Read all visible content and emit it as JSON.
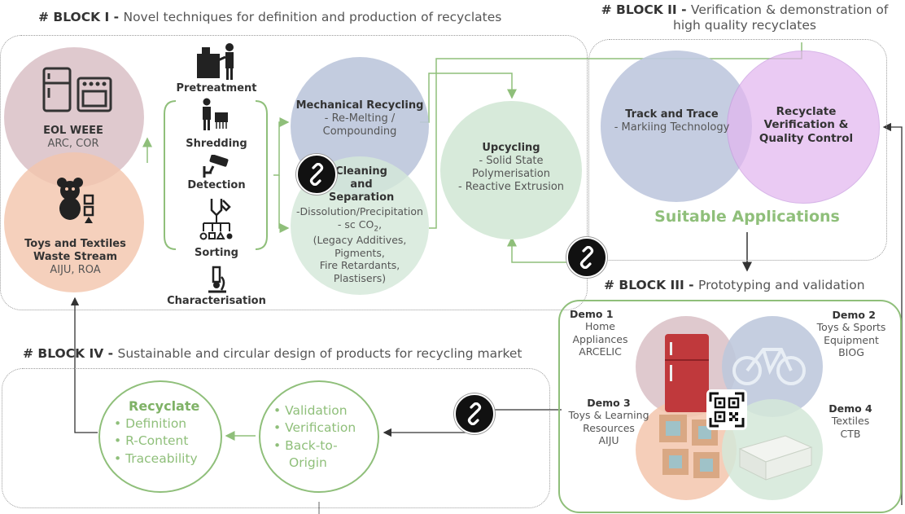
{
  "block1": {
    "prefix": "# BLOCK I - ",
    "title": "Novel techniques for definition and production of recyclates"
  },
  "block2": {
    "prefix": "# BLOCK II - ",
    "title_line1": "Verification & demonstration of",
    "title_line2": "high quality recyclates"
  },
  "block3": {
    "prefix": "# BLOCK III - ",
    "title": "Prototyping and validation"
  },
  "block4": {
    "prefix": "# BLOCK IV - ",
    "title": "Sustainable and circular design of products for recycling market"
  },
  "eol": {
    "title": "EOL WEEE",
    "sub": "ARC, COR"
  },
  "toys": {
    "title_line1": "Toys and Textiles",
    "title_line2": "Waste Stream",
    "sub": "AIJU, ROA"
  },
  "steps": [
    "Pretreatment",
    "Shredding",
    "Detection",
    "Sorting",
    "Characterisation"
  ],
  "mech": {
    "title": "Mechanical Recycling",
    "line1": "- Re-Melting /",
    "line2": "Compounding"
  },
  "clean": {
    "title_line1": "Cleaning",
    "title_line2": "and",
    "title_line3": "Separation",
    "line1": "-Dissolution/Precipitation",
    "line2a": "- sc CO",
    "line2sub": "2",
    "line2b": ",",
    "line3": "(Legacy Additives,",
    "line4": "Pigments,",
    "line5": "Fire Retardants,",
    "line6": "Plastisers)"
  },
  "up": {
    "title": "Upcycling",
    "line1": "- Solid State",
    "line2": "Polymerisation",
    "line3": "- Reactive Extrusion"
  },
  "track": {
    "title": "Track and Trace",
    "line1": "- Markiing Technology"
  },
  "verif": {
    "line1": "Recyclate",
    "line2": "Verification &",
    "line3": "Quality Control"
  },
  "suitable": "Suitable Applications",
  "demo1": {
    "title": "Demo 1",
    "l1": "Home",
    "l2": "Appliances",
    "l3": "ARCELIC"
  },
  "demo2": {
    "title": "Demo 2",
    "l1": "Toys & Sports",
    "l2": "Equipment",
    "l3": "BIOG"
  },
  "demo3": {
    "title": "Demo 3",
    "l1": "Toys & Learning",
    "l2": "Resources",
    "l3": "AIJU"
  },
  "demo4": {
    "title": "Demo 4",
    "l1": "Textiles",
    "l2": "CTB"
  },
  "valid": {
    "items": [
      "Validation",
      "Verification",
      "Back-to-",
      "Origin"
    ]
  },
  "recyc": {
    "head": "Recyclate",
    "items": [
      "Definition",
      "R-Content",
      "Traceability"
    ]
  },
  "colors": {
    "green": "#8fbf7a",
    "eol": "#dcc3c9",
    "toys": "#f3c6ad",
    "mech": "#bdc7dc",
    "clean": "#d4e8d9",
    "up": "#d7eada",
    "track": "#c0c9de",
    "verif": "#ecc8f3"
  }
}
